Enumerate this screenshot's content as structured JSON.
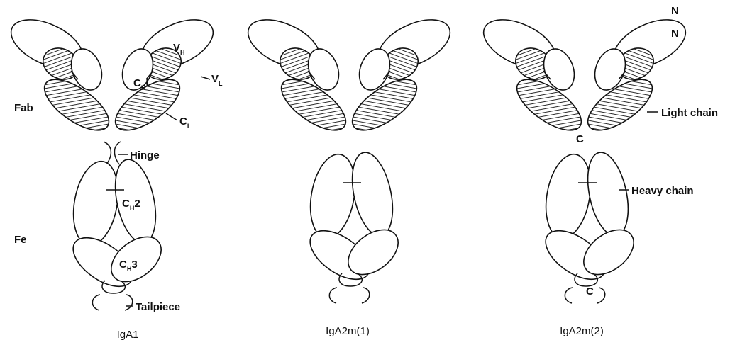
{
  "diagrams": [
    {
      "id": "iga1",
      "title": "IgA1",
      "labels": {
        "fab": "Fab",
        "fc": "Fe",
        "hinge": "Hinge",
        "tailpiece": "Tailpiece",
        "vh_main": "V",
        "vh_sub": "H",
        "vl_main": "V",
        "vl_sub": "L",
        "ch1_main": "C",
        "ch1_sub": "H",
        "ch1_suffix": "l",
        "cl_main": "C",
        "cl_sub": "L",
        "ch2_main": "C",
        "ch2_sub": "H",
        "ch2_suffix": "2",
        "ch3_main": "C",
        "ch3_sub": "H",
        "ch3_suffix": "3"
      }
    },
    {
      "id": "iga2m1",
      "title": "IgA2m(1)"
    },
    {
      "id": "iga2m2",
      "title": "IgA2m(2)",
      "labels": {
        "n_term_1": "N",
        "n_term_2": "N",
        "c_term_light": "C",
        "c_term_heavy": "C",
        "light_chain": "Light chain",
        "heavy_chain": "Heavy chain"
      }
    }
  ]
}
